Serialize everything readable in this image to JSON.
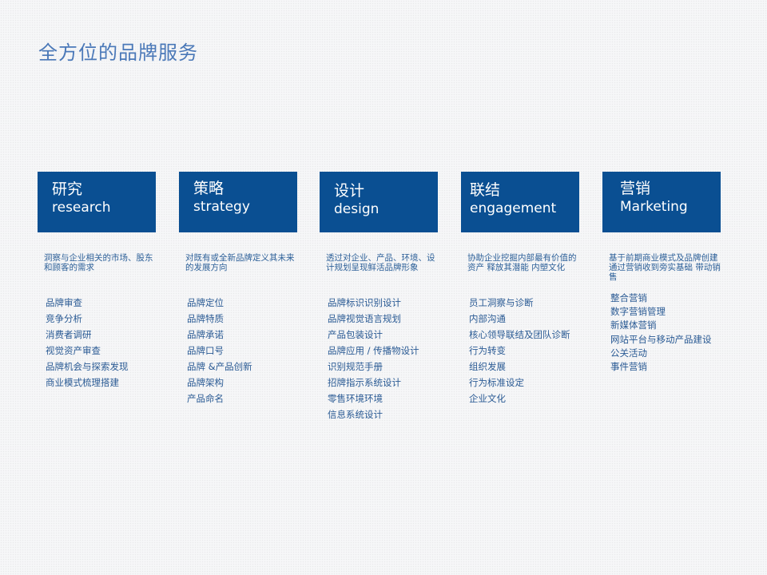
{
  "page": {
    "title": "全方位的品牌服务"
  },
  "columns": [
    {
      "title_cn": "研究",
      "title_en": "research",
      "description": "洞察与企业相关的市场、股东和顾客的需求",
      "items": [
        "品牌审查",
        "竞争分析",
        "消费者调研",
        "视觉资产审查",
        "品牌机会与探索发现",
        "商业模式梳理搭建"
      ]
    },
    {
      "title_cn": "策略",
      "title_en": "strategy",
      "description": "对既有或全新品牌定义其未来的发展方向",
      "items": [
        "品牌定位",
        "品牌特质",
        "品牌承诺",
        "品牌口号",
        "品牌 &产品创新",
        "品牌架构",
        "产品命名"
      ]
    },
    {
      "title_cn": "设计",
      "title_en": "design",
      "description": "透过对企业、产品、环境、设计规划呈现鲜活品牌形象",
      "items": [
        "品牌标识识别设计",
        "品牌视觉语言规划",
        "产品包装设计",
        "品牌应用 / 传播物设计",
        "识别规范手册",
        "招牌指示系统设计",
        "零售环境环境",
        "信息系统设计"
      ]
    },
    {
      "title_cn": "联结",
      "title_en": "engagement",
      "description": "协助企业挖掘内部最有价值的资产 释放其潜能 内塑文化",
      "items": [
        "员工洞察与诊断",
        "内部沟通",
        "核心领导联结及团队诊断",
        "行为转变",
        "组织发展",
        "行为标准设定",
        "企业文化"
      ]
    },
    {
      "title_cn": "营销",
      "title_en": "Marketing",
      "description": "基于前期商业模式及品牌创建 通过营销收到旁实基础 带动销售",
      "items": [
        "整合营销",
        "数字营销管理",
        "新媒体营销",
        "网站平台与移动产品建设",
        "公关活动",
        "事件营销"
      ]
    }
  ]
}
